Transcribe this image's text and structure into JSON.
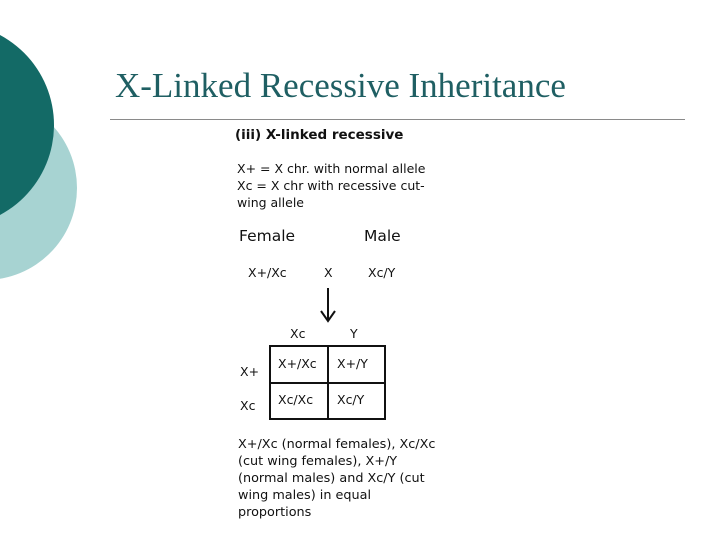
{
  "slide": {
    "title": "X-Linked Recessive Inheritance",
    "colors": {
      "title": "#1f5f63",
      "dark_teal": "#136a66",
      "light_teal": "#a7d3d2",
      "rule": "#8a8a8a"
    }
  },
  "figure": {
    "heading": "(iii) X-linked recessive",
    "definitions": [
      "X+ = X chr. with normal allele",
      "Xc = X chr with recessive cut-",
      "wing allele"
    ],
    "female_label": "Female",
    "male_label": "Male",
    "female_genotype": "X+/Xc",
    "cross_symbol": "X",
    "male_genotype": "Xc/Y",
    "arrow_icon": "down-arrow",
    "punnett": {
      "col_headers": [
        "Xc",
        "Y"
      ],
      "row_headers": [
        "X+",
        "Xc"
      ],
      "cells": [
        [
          "X+/Xc",
          "X+/Y"
        ],
        [
          "Xc/Xc",
          "Xc/Y"
        ]
      ]
    },
    "result_lines": [
      "X+/Xc (normal females), Xc/Xc",
      "(cut wing females), X+/Y",
      "(normal males) and Xc/Y (cut",
      "wing males) in equal",
      "proportions"
    ]
  }
}
